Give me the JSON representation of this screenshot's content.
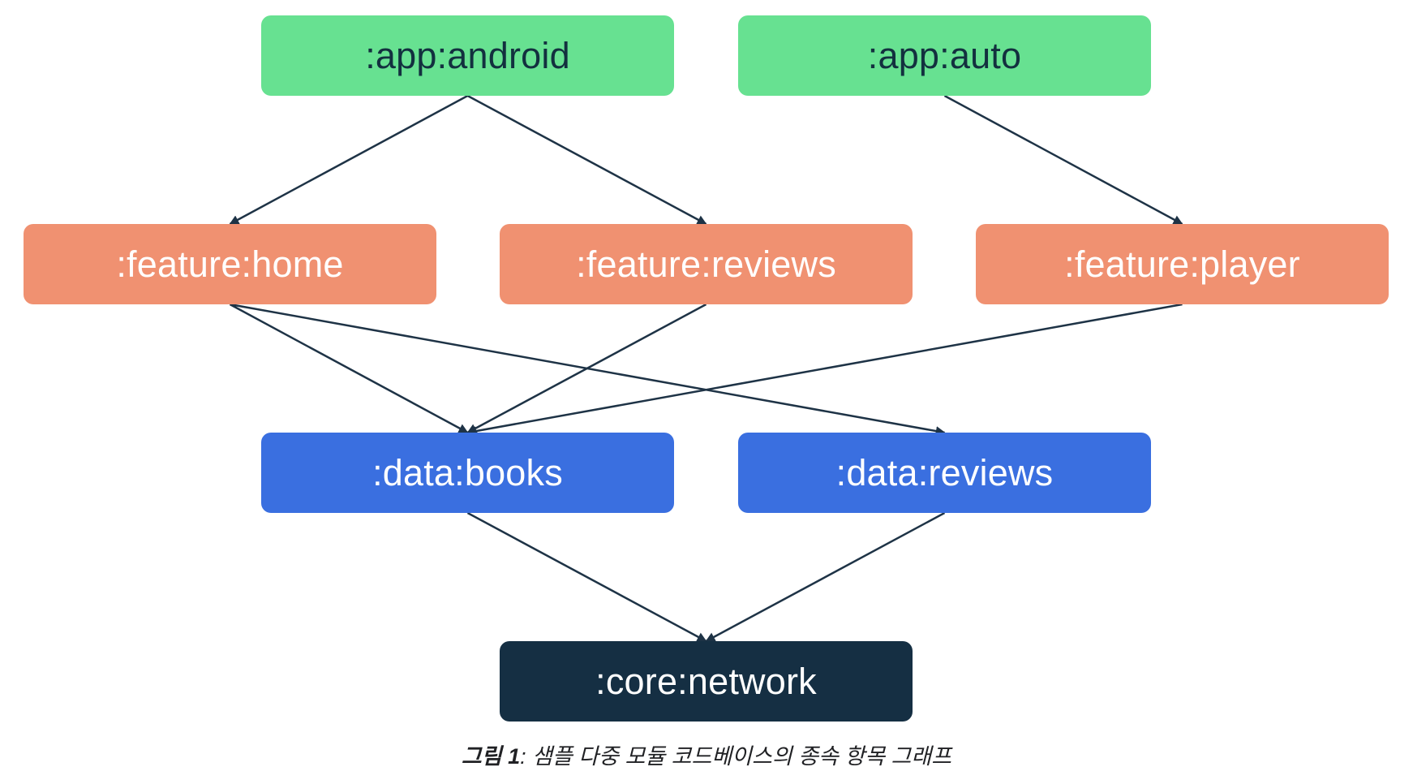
{
  "nodes": {
    "app_android": ":app:android",
    "app_auto": ":app:auto",
    "feature_home": ":feature:home",
    "feature_reviews": ":feature:reviews",
    "feature_player": ":feature:player",
    "data_books": ":data:books",
    "data_reviews": ":data:reviews",
    "core_network": ":core:network"
  },
  "edges": [
    [
      "app_android",
      "feature_home"
    ],
    [
      "app_android",
      "feature_reviews"
    ],
    [
      "app_auto",
      "feature_player"
    ],
    [
      "feature_home",
      "data_books"
    ],
    [
      "feature_home",
      "data_reviews"
    ],
    [
      "feature_reviews",
      "data_books"
    ],
    [
      "feature_player",
      "data_books"
    ],
    [
      "data_books",
      "core_network"
    ],
    [
      "data_reviews",
      "core_network"
    ]
  ],
  "caption": {
    "label": "그림 1",
    "text": ": 샘플 다중 모듈 코드베이스의 종속 항목 그래프"
  },
  "colors": {
    "app": "#67e191",
    "feature": "#f09171",
    "data": "#3a6fe0",
    "core": "#152f43",
    "arrow": "#1e3346"
  }
}
